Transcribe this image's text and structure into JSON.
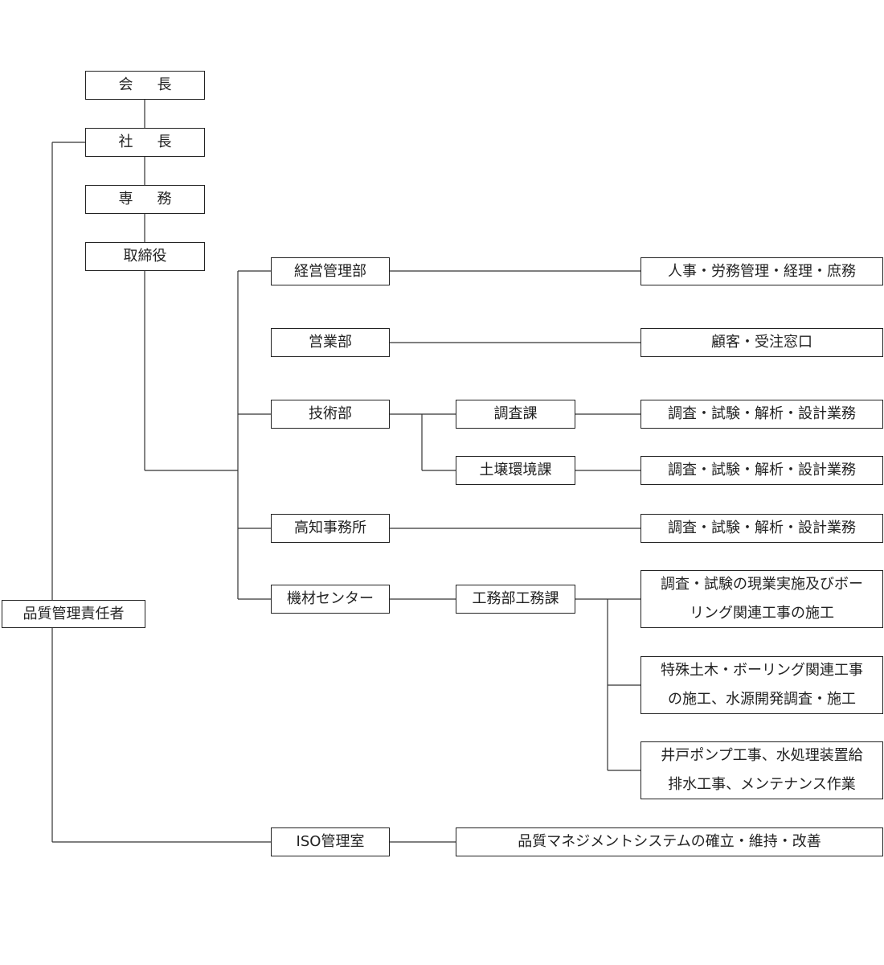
{
  "nodes": {
    "chairman": [
      "会",
      "長"
    ],
    "president": [
      "社",
      "長"
    ],
    "executive": [
      "専",
      "務"
    ],
    "director": "取締役",
    "quality_manager": "品質管理責任者",
    "mgmt_dept": "経営管理部",
    "sales_dept": "営業部",
    "tech_dept": "技術部",
    "kochi_office": "高知事務所",
    "equipment_center": "機材センター",
    "iso_office": "ISO管理室",
    "survey_section": "調査課",
    "soil_section": "土壌環境課",
    "works_section": "工務部工務課",
    "mgmt_duties": "人事・労務管理・経理・庶務",
    "sales_duties": "顧客・受注窓口",
    "survey_duties": "調査・試験・解析・設計業務",
    "soil_duties": "調査・試験・解析・設計業務",
    "kochi_duties": "調査・試験・解析・設計業務",
    "works_duty_1": [
      "調査・試験の現業実施及びボー",
      "リング関連工事の施工"
    ],
    "works_duty_2": [
      "特殊土木・ボーリング関連工事",
      "の施工、水源開発調査・施工"
    ],
    "works_duty_3": [
      "井戸ポンプ工事、水処理装置給",
      "排水工事、メンテナンス作業"
    ],
    "iso_duties": "品質マネジメントシステムの確立・維持・改善"
  }
}
